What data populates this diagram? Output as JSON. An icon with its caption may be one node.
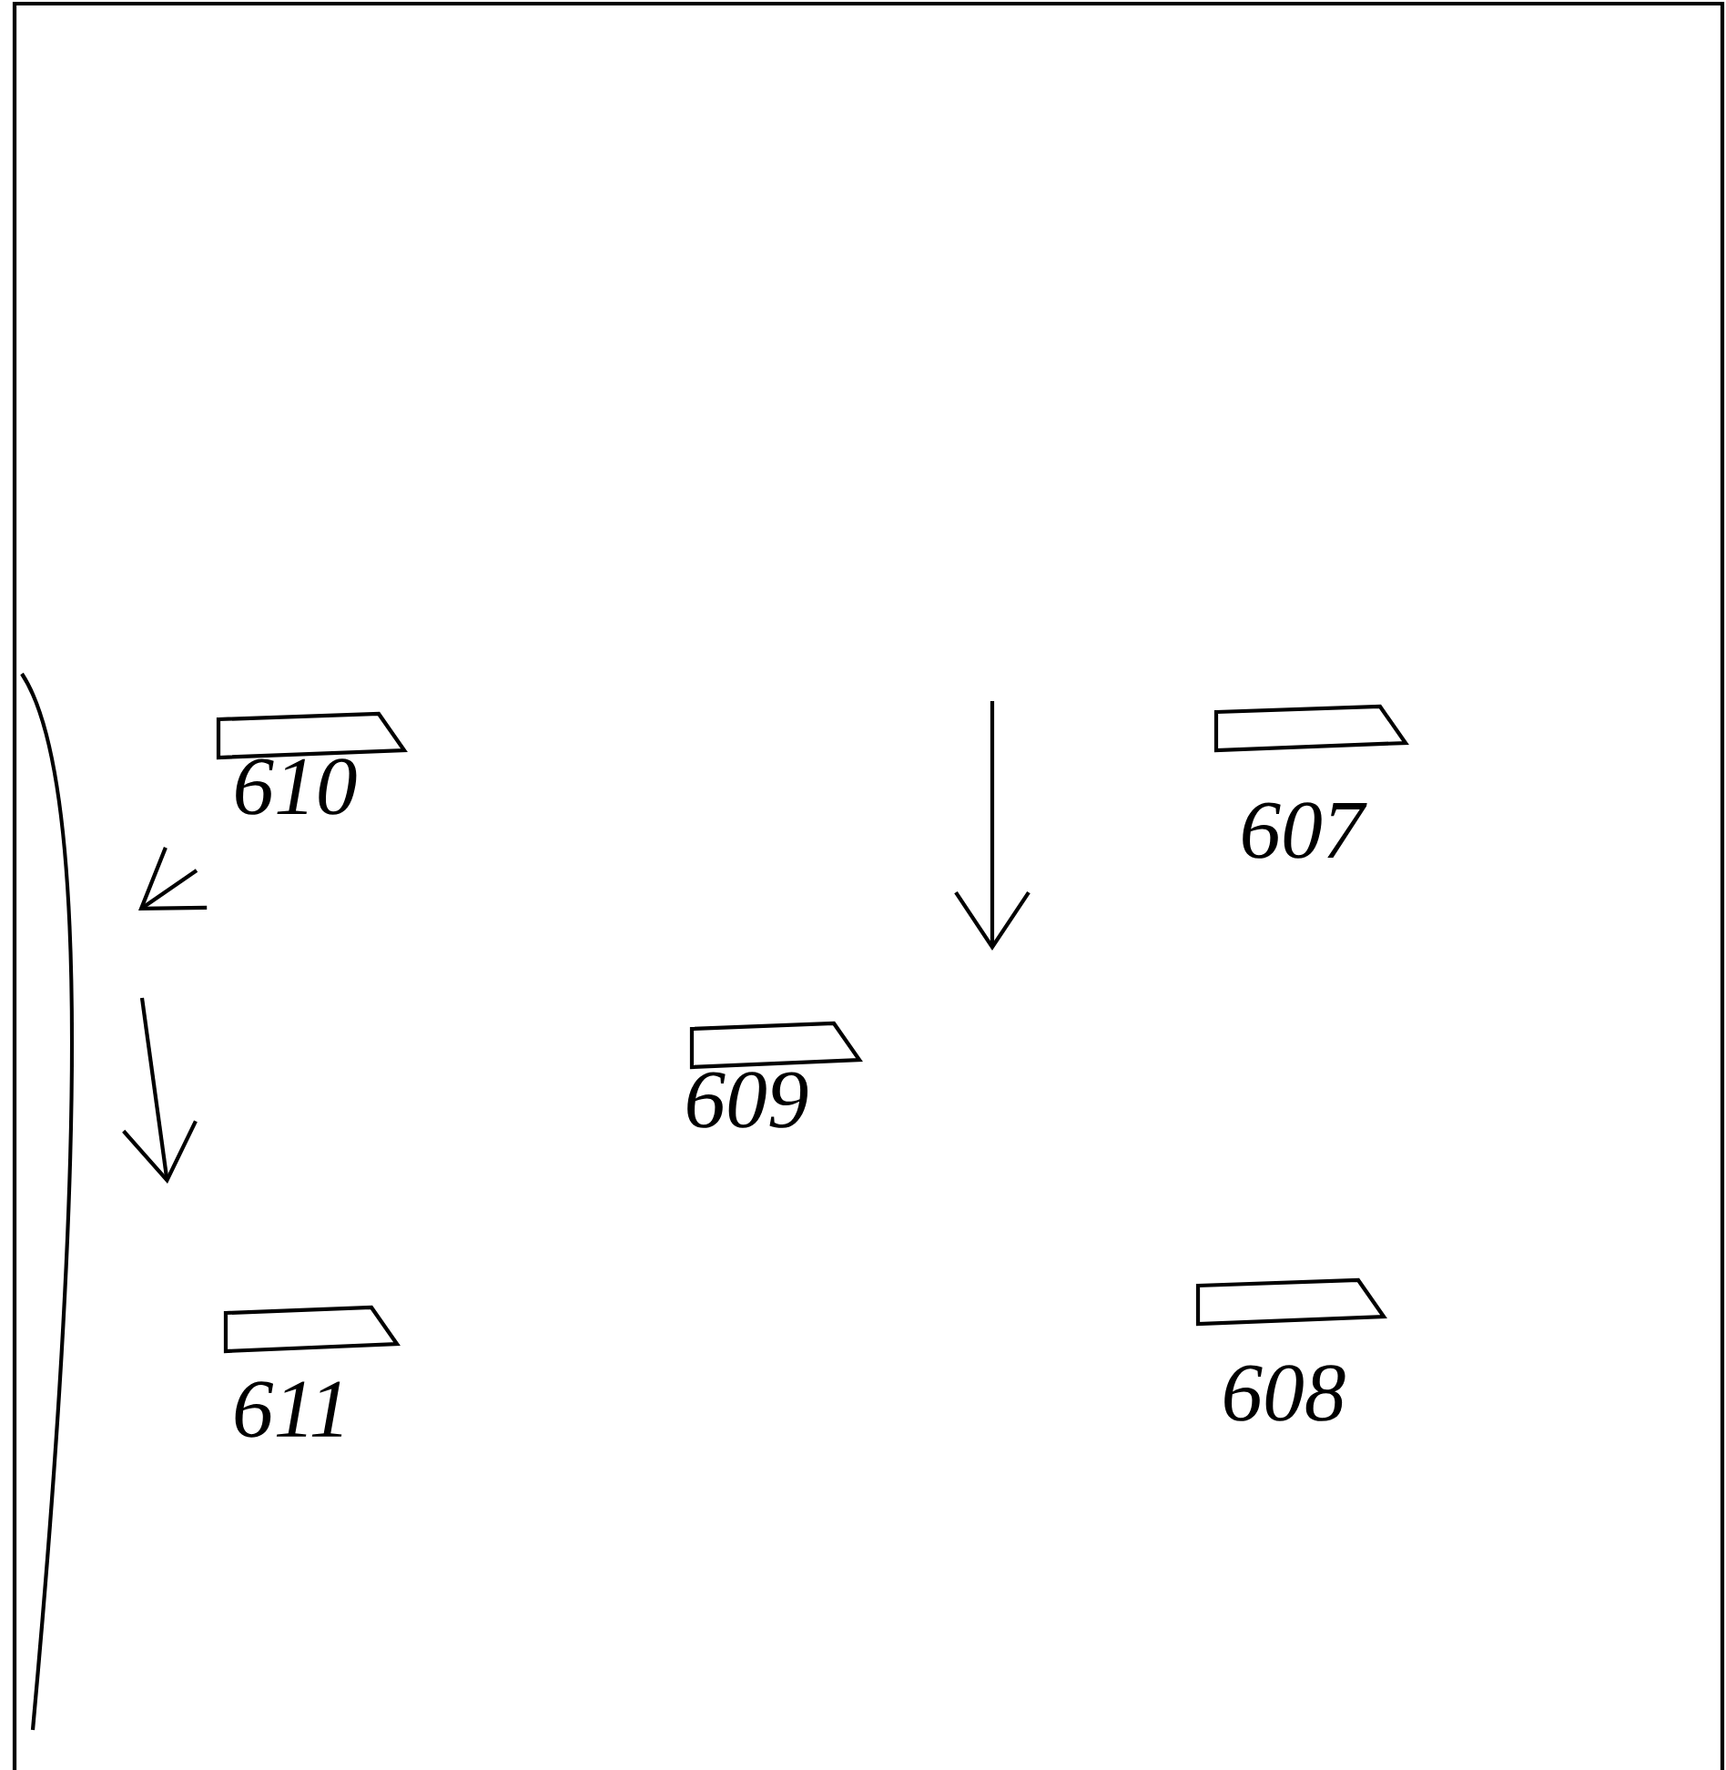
{
  "diagram": {
    "nodes": [
      {
        "text": [
          "610"
        ]
      },
      {
        "text": [
          "607"
        ]
      },
      {
        "text": [
          "609"
        ]
      },
      {
        "text": [
          "611"
        ]
      },
      {
        "text": [
          "608"
        ]
      }
    ]
  }
}
